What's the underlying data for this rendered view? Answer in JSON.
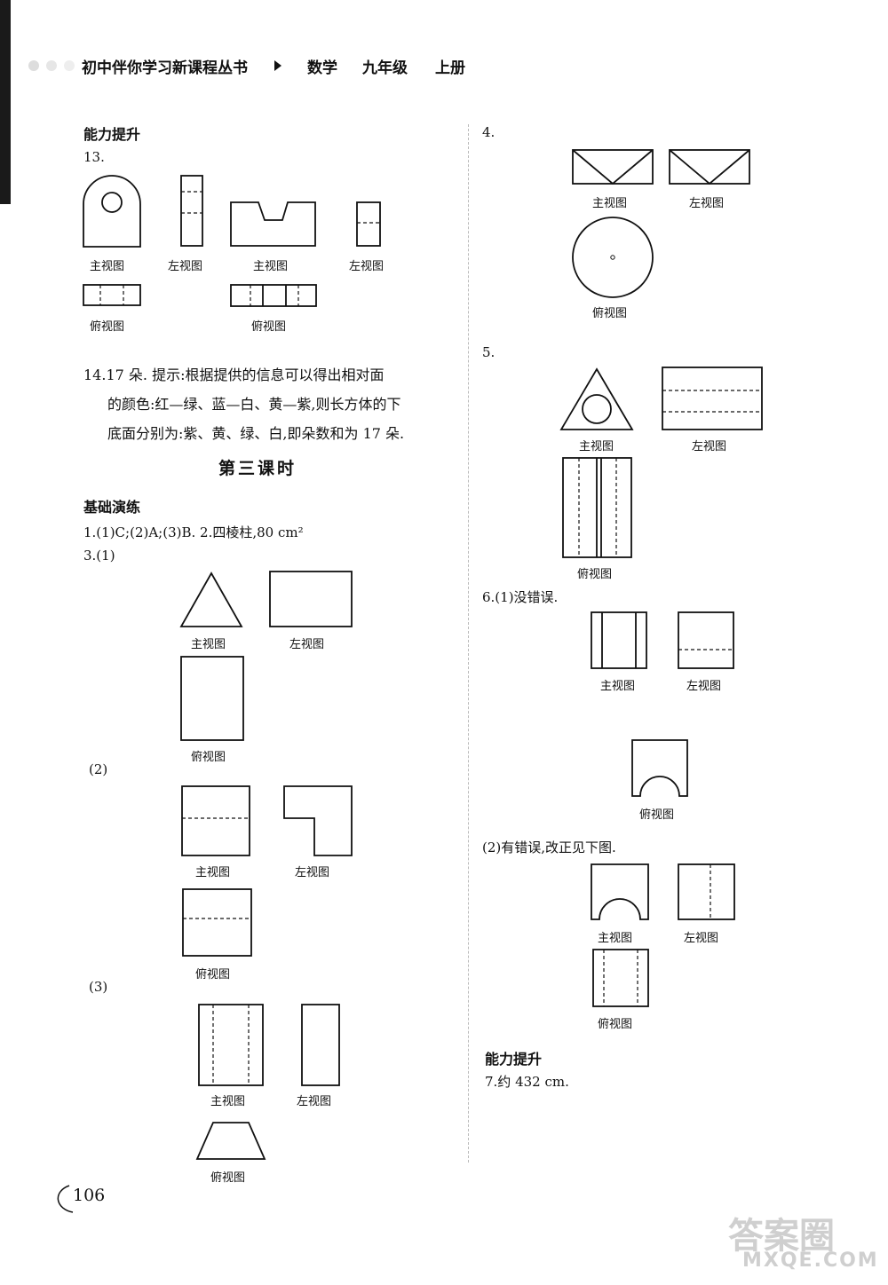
{
  "header": {
    "series": "初中伴你学习新课程丛书",
    "subject": "数学",
    "grade": "九年级",
    "volume": "上册"
  },
  "left": {
    "sec_ability": "能力提升",
    "q13": "13.",
    "q13_captions": [
      "主视图",
      "左视图",
      "主视图",
      "左视图",
      "俯视图",
      "俯视图"
    ],
    "q14_lines": [
      "14.17 朵.  提示:根据提供的信息可以得出相对面",
      "的颜色:红—绿、蓝—白、黄—紫,则长方体的下",
      "底面分别为:紫、黄、绿、白,即朵数和为 17 朵."
    ],
    "lesson_title": "第三课时",
    "sec_basic": "基础演练",
    "q1_2": "1.(1)C;(2)A;(3)B.   2.四棱柱,80 cm²",
    "q3_1": "3.(1)",
    "q3_1_captions": [
      "主视图",
      "左视图",
      "俯视图"
    ],
    "q3_2": "(2)",
    "q3_2_captions": [
      "主视图",
      "左视图",
      "俯视图"
    ],
    "q3_3": "(3)",
    "q3_3_captions": [
      "主视图",
      "左视图",
      "俯视图"
    ]
  },
  "right": {
    "q4": "4.",
    "q4_captions": [
      "主视图",
      "左视图",
      "俯视图"
    ],
    "q5": "5.",
    "q5_captions": [
      "主视图",
      "左视图",
      "俯视图"
    ],
    "q6_1": "6.(1)没错误.",
    "q6_1_captions": [
      "主视图",
      "左视图",
      "俯视图"
    ],
    "q6_2": "(2)有错误,改正见下图.",
    "q6_2_captions": [
      "主视图",
      "左视图",
      "俯视图"
    ],
    "sec_ability": "能力提升",
    "q7": "7.约 432 cm."
  },
  "page_number": "106",
  "watermark": {
    "top": "答案圈",
    "bottom": "MXQE.COM"
  }
}
